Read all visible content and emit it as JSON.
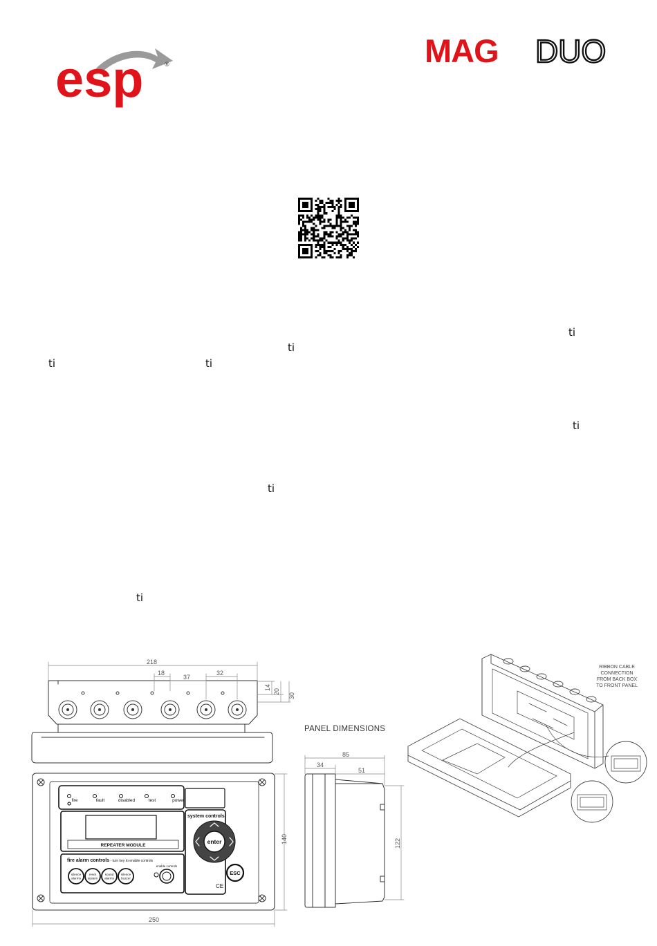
{
  "header": {
    "esp_logo_text": "esp",
    "esp_registered": "®",
    "mag_logo_text": "MAG",
    "duo_logo_text": "DUO",
    "brand_red": "#e1131a",
    "brand_grey": "#8c8c8c"
  },
  "qr": {
    "icon": "qr-code-icon"
  },
  "text_fragments": [
    "ti",
    "ti",
    "ti",
    "ti",
    "ti",
    "ti",
    "ti"
  ],
  "drawing": {
    "title": "PANEL DIMENSIONS",
    "dims": {
      "d218": "218",
      "d18": "18",
      "d37": "37",
      "d32": "32",
      "d14": "14",
      "d20": "20",
      "d30": "30",
      "d85": "85",
      "d34": "34",
      "d51": "51",
      "d122": "122",
      "d140": "140",
      "d250": "250"
    },
    "front_panel": {
      "leds": [
        "fire",
        "fault",
        "disabled",
        "test",
        "power"
      ],
      "module_label": "REPEATER MODULE",
      "system_controls": "system controls",
      "enter": "enter",
      "esc": "ESC",
      "ce_mark": "CE",
      "fire_controls_title": "fire alarm controls",
      "fire_controls_sub": " - turn key to enable controls",
      "buttons": [
        "silence alarms",
        "reset system",
        "sound alarms",
        "silence buzzer"
      ],
      "enable_controls": "enable controls"
    },
    "ribbon_note": [
      "RIBBON CABLE",
      "CONNECTION",
      "FROM BACK BOX",
      "TO FRONT PANEL"
    ]
  }
}
